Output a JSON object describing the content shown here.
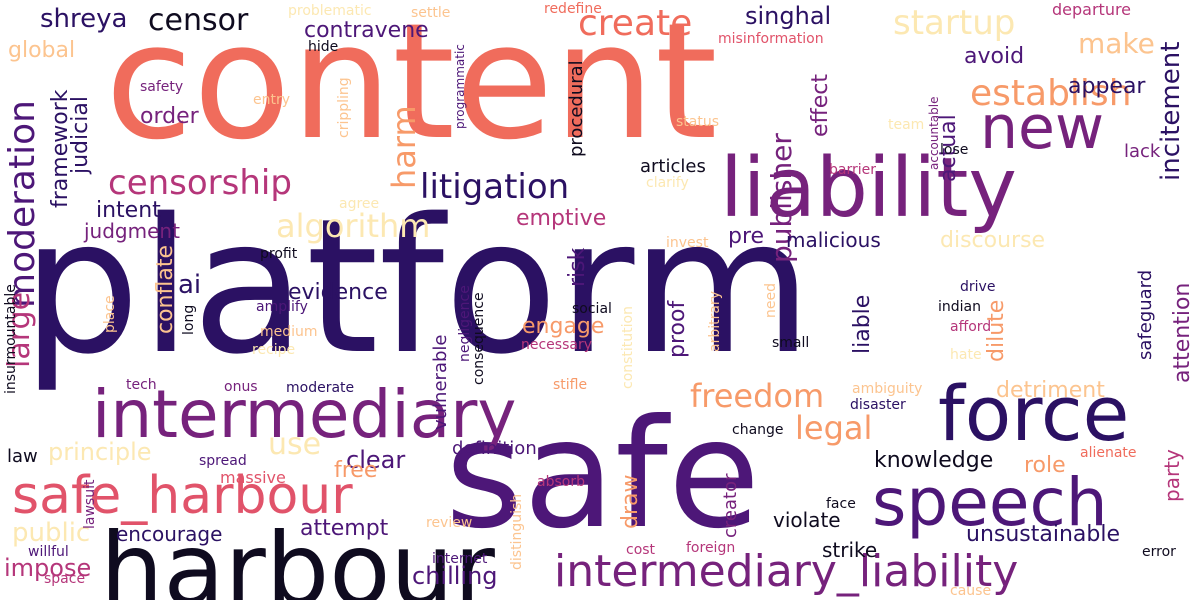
{
  "palette": {
    "black": "#0f0b1f",
    "indigo": "#2b1163",
    "purple": "#4d1778",
    "magenta": "#76227c",
    "rose": "#b5367a",
    "pink": "#e1536a",
    "coral": "#f06c5c",
    "orange": "#f79a69",
    "peach": "#fcc48f",
    "cream": "#fce8b2"
  },
  "words": [
    {
      "text": "platform",
      "color": "indigo"
    },
    {
      "text": "content",
      "color": "coral"
    },
    {
      "text": "safe",
      "color": "purple"
    },
    {
      "text": "harbour",
      "color": "black"
    },
    {
      "text": "intermediary",
      "color": "magenta"
    },
    {
      "text": "liability",
      "color": "magenta"
    },
    {
      "text": "force",
      "color": "indigo"
    },
    {
      "text": "speech",
      "color": "purple"
    },
    {
      "text": "new",
      "color": "magenta"
    },
    {
      "text": "safe_harbour",
      "color": "pink"
    },
    {
      "text": "intermediary_liability",
      "color": "magenta"
    },
    {
      "text": "censorship",
      "color": "rose"
    },
    {
      "text": "litigation",
      "color": "indigo"
    },
    {
      "text": "create",
      "color": "coral"
    },
    {
      "text": "startup",
      "color": "cream"
    },
    {
      "text": "establish",
      "color": "orange"
    },
    {
      "text": "censor",
      "color": "black"
    },
    {
      "text": "algorithm",
      "color": "cream"
    },
    {
      "text": "freedom",
      "color": "orange"
    },
    {
      "text": "legal",
      "color": "orange"
    },
    {
      "text": "harm",
      "color": "orange"
    },
    {
      "text": "moderation",
      "color": "purple"
    },
    {
      "text": "large",
      "color": "rose"
    },
    {
      "text": "make",
      "color": "peach"
    },
    {
      "text": "publisher",
      "color": "magenta"
    },
    {
      "text": "incitement",
      "color": "indigo"
    },
    {
      "text": "chilling",
      "color": "purple"
    },
    {
      "text": "shreya",
      "color": "indigo"
    },
    {
      "text": "singhal",
      "color": "indigo"
    },
    {
      "text": "order",
      "color": "magenta"
    },
    {
      "text": "global",
      "color": "peach"
    },
    {
      "text": "contravene",
      "color": "purple"
    },
    {
      "text": "avoid",
      "color": "purple"
    },
    {
      "text": "appear",
      "color": "indigo"
    },
    {
      "text": "actual",
      "color": "purple"
    },
    {
      "text": "effect",
      "color": "magenta"
    },
    {
      "text": "framework",
      "color": "indigo"
    },
    {
      "text": "judicial",
      "color": "indigo"
    },
    {
      "text": "intent",
      "color": "indigo"
    },
    {
      "text": "judgment",
      "color": "magenta"
    },
    {
      "text": "emptive",
      "color": "rose"
    },
    {
      "text": "pre",
      "color": "purple"
    },
    {
      "text": "malicious",
      "color": "indigo"
    },
    {
      "text": "discourse",
      "color": "cream"
    },
    {
      "text": "evidence",
      "color": "indigo"
    },
    {
      "text": "ai",
      "color": "indigo"
    },
    {
      "text": "conflate",
      "color": "peach"
    },
    {
      "text": "risk",
      "color": "purple"
    },
    {
      "text": "engage",
      "color": "orange"
    },
    {
      "text": "proof",
      "color": "purple"
    },
    {
      "text": "liable",
      "color": "indigo"
    },
    {
      "text": "dilute",
      "color": "orange"
    },
    {
      "text": "attention",
      "color": "magenta"
    },
    {
      "text": "detriment",
      "color": "peach"
    },
    {
      "text": "principle",
      "color": "cream"
    },
    {
      "text": "use",
      "color": "cream"
    },
    {
      "text": "clear",
      "color": "purple"
    },
    {
      "text": "free",
      "color": "orange"
    },
    {
      "text": "public",
      "color": "cream"
    },
    {
      "text": "impose",
      "color": "rose"
    },
    {
      "text": "attempt",
      "color": "purple"
    },
    {
      "text": "encourage",
      "color": "indigo"
    },
    {
      "text": "knowledge",
      "color": "black"
    },
    {
      "text": "role",
      "color": "orange"
    },
    {
      "text": "unsustainable",
      "color": "indigo"
    },
    {
      "text": "party",
      "color": "rose"
    },
    {
      "text": "draw",
      "color": "orange"
    },
    {
      "text": "violate",
      "color": "black"
    },
    {
      "text": "strike",
      "color": "black"
    },
    {
      "text": "safeguard",
      "color": "indigo"
    },
    {
      "text": "articles",
      "color": "black"
    },
    {
      "text": "definition",
      "color": "purple"
    },
    {
      "text": "law",
      "color": "black"
    },
    {
      "text": "massive",
      "color": "pink"
    },
    {
      "text": "vulnerable",
      "color": "purple"
    },
    {
      "text": "procedural",
      "color": "black"
    },
    {
      "text": "lack",
      "color": "magenta"
    },
    {
      "text": "creator",
      "color": "magenta"
    },
    {
      "text": "hide",
      "color": "black"
    },
    {
      "text": "settle",
      "color": "peach"
    },
    {
      "text": "problematic",
      "color": "cream"
    },
    {
      "text": "redefine",
      "color": "coral"
    },
    {
      "text": "misinformation",
      "color": "pink"
    },
    {
      "text": "departure",
      "color": "rose"
    },
    {
      "text": "status",
      "color": "peach"
    },
    {
      "text": "team",
      "color": "cream"
    },
    {
      "text": "lose",
      "color": "black"
    },
    {
      "text": "accountable",
      "color": "magenta"
    },
    {
      "text": "barrier",
      "color": "rose"
    },
    {
      "text": "clarify",
      "color": "cream"
    },
    {
      "text": "invest",
      "color": "peach"
    },
    {
      "text": "entry",
      "color": "peach"
    },
    {
      "text": "safety",
      "color": "magenta"
    },
    {
      "text": "crippling",
      "color": "peach"
    },
    {
      "text": "programmatic",
      "color": "purple"
    },
    {
      "text": "agree",
      "color": "cream"
    },
    {
      "text": "profit",
      "color": "black"
    },
    {
      "text": "amplify",
      "color": "purple"
    },
    {
      "text": "medium",
      "color": "peach"
    },
    {
      "text": "recipe",
      "color": "cream"
    },
    {
      "text": "long",
      "color": "black"
    },
    {
      "text": "place",
      "color": "peach"
    },
    {
      "text": "insurmountable",
      "color": "black"
    },
    {
      "text": "tech",
      "color": "magenta"
    },
    {
      "text": "onus",
      "color": "magenta"
    },
    {
      "text": "moderate",
      "color": "indigo"
    },
    {
      "text": "spread",
      "color": "purple"
    },
    {
      "text": "lawsuit",
      "color": "magenta"
    },
    {
      "text": "willful",
      "color": "purple"
    },
    {
      "text": "space",
      "color": "rose"
    },
    {
      "text": "internet",
      "color": "purple"
    },
    {
      "text": "review",
      "color": "peach"
    },
    {
      "text": "distinguish",
      "color": "peach"
    },
    {
      "text": "absorb",
      "color": "rose"
    },
    {
      "text": "cost",
      "color": "rose"
    },
    {
      "text": "foreign",
      "color": "rose"
    },
    {
      "text": "negligence",
      "color": "purple"
    },
    {
      "text": "consequence",
      "color": "black"
    },
    {
      "text": "necessary",
      "color": "rose"
    },
    {
      "text": "social",
      "color": "black"
    },
    {
      "text": "constitution",
      "color": "cream"
    },
    {
      "text": "arbitrary",
      "color": "peach"
    },
    {
      "text": "stifle",
      "color": "orange"
    },
    {
      "text": "need",
      "color": "peach"
    },
    {
      "text": "small",
      "color": "black"
    },
    {
      "text": "drive",
      "color": "indigo"
    },
    {
      "text": "indian",
      "color": "black"
    },
    {
      "text": "afford",
      "color": "rose"
    },
    {
      "text": "hate",
      "color": "cream"
    },
    {
      "text": "ambiguity",
      "color": "peach"
    },
    {
      "text": "disaster",
      "color": "indigo"
    },
    {
      "text": "change",
      "color": "black"
    },
    {
      "text": "alienate",
      "color": "coral"
    },
    {
      "text": "face",
      "color": "black"
    },
    {
      "text": "error",
      "color": "black"
    },
    {
      "text": "cause",
      "color": "peach"
    }
  ]
}
